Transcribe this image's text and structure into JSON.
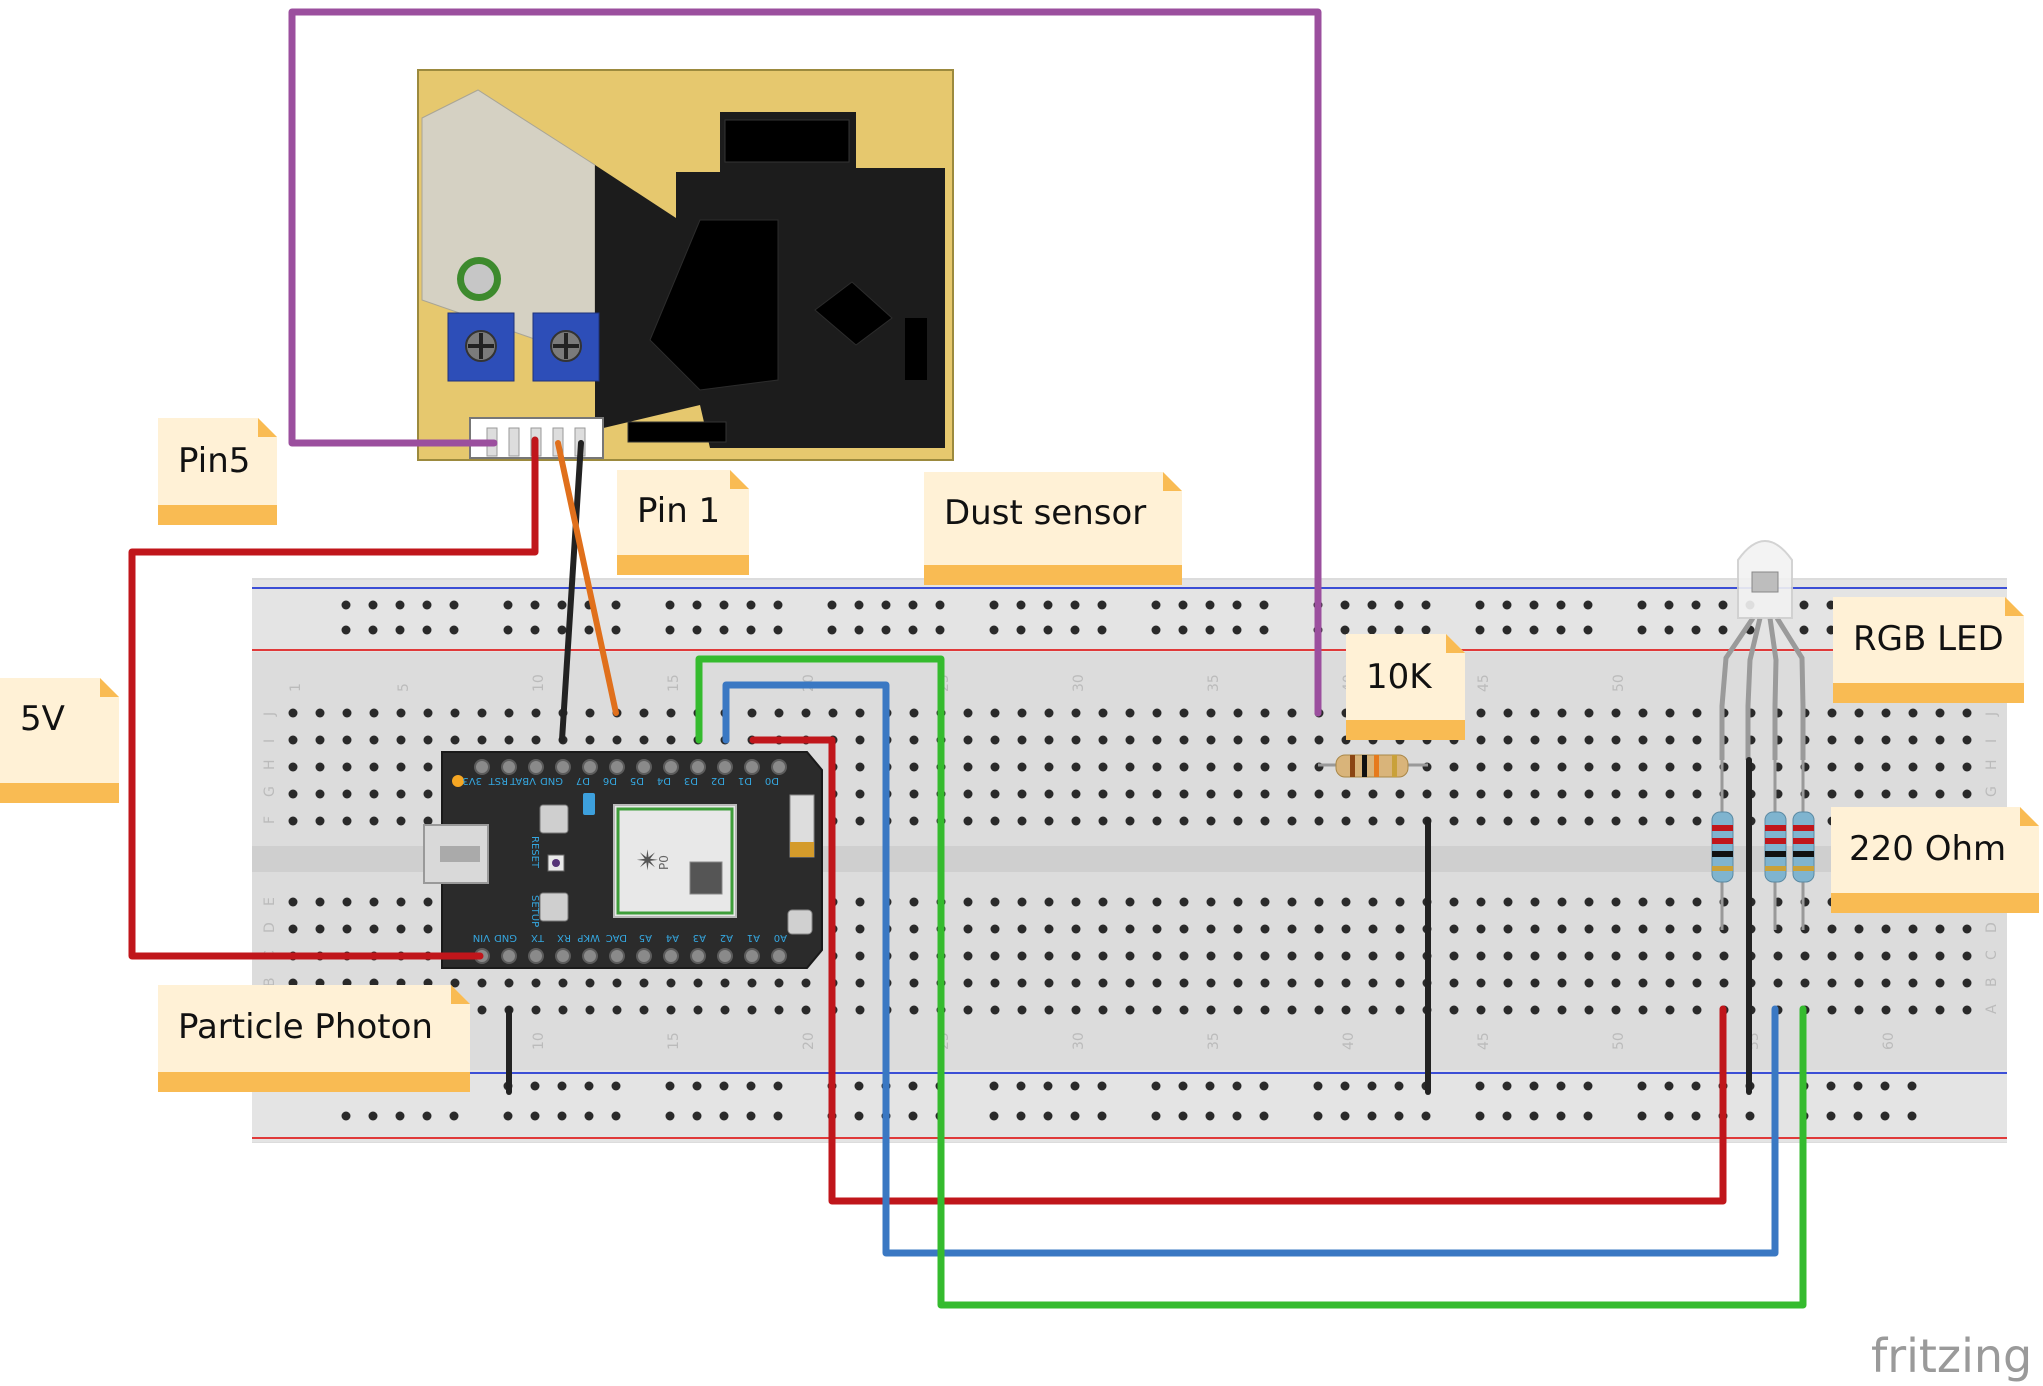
{
  "notes": {
    "pin5": "Pin5",
    "pin1": "Pin 1",
    "dust_sensor": "Dust sensor",
    "five_v": "5V",
    "particle_photon": "Particle Photon",
    "ten_k": "10K",
    "rgb_led": "RGB LED",
    "ohm220": "220 Ohm"
  },
  "breadboard": {
    "col_numbers_top": [
      "1",
      "5",
      "10",
      "15",
      "20",
      "25",
      "30",
      "35",
      "40",
      "45",
      "50"
    ],
    "col_numbers_bottom": [
      "10",
      "15",
      "20",
      "25",
      "30",
      "35",
      "40",
      "45",
      "50",
      "55",
      "60"
    ],
    "row_letters_left": [
      "J",
      "I",
      "H",
      "G",
      "F",
      "E",
      "D",
      "C",
      "B",
      "A"
    ],
    "row_letters_right": [
      "J",
      "I",
      "H",
      "G",
      "F",
      "E",
      "D",
      "C",
      "B",
      "A"
    ]
  },
  "photon": {
    "top_pins": [
      "3V3",
      "RST",
      "VBAT",
      "GND",
      "D7",
      "D6",
      "D5",
      "D4",
      "D3",
      "D2",
      "D1",
      "D0"
    ],
    "bottom_pins": [
      "VIN",
      "GND",
      "TX",
      "RX",
      "WKP",
      "DAC",
      "A5",
      "A4",
      "A3",
      "A2",
      "A1",
      "A0"
    ],
    "reset_label": "RESET",
    "setup_label": "SETUP",
    "chip_text": "P0"
  },
  "brand": "fritzing",
  "colors": {
    "wire_purple": "#9b4f9e",
    "wire_red": "#c0161b",
    "wire_blue": "#3a78c3",
    "wire_green": "#35bb2e",
    "wire_black": "#222222",
    "wire_orange": "#e0701c",
    "note_fill": "#fff1d6",
    "note_strip": "#f9bb53",
    "sensor_pcb": "#e6c86e"
  }
}
